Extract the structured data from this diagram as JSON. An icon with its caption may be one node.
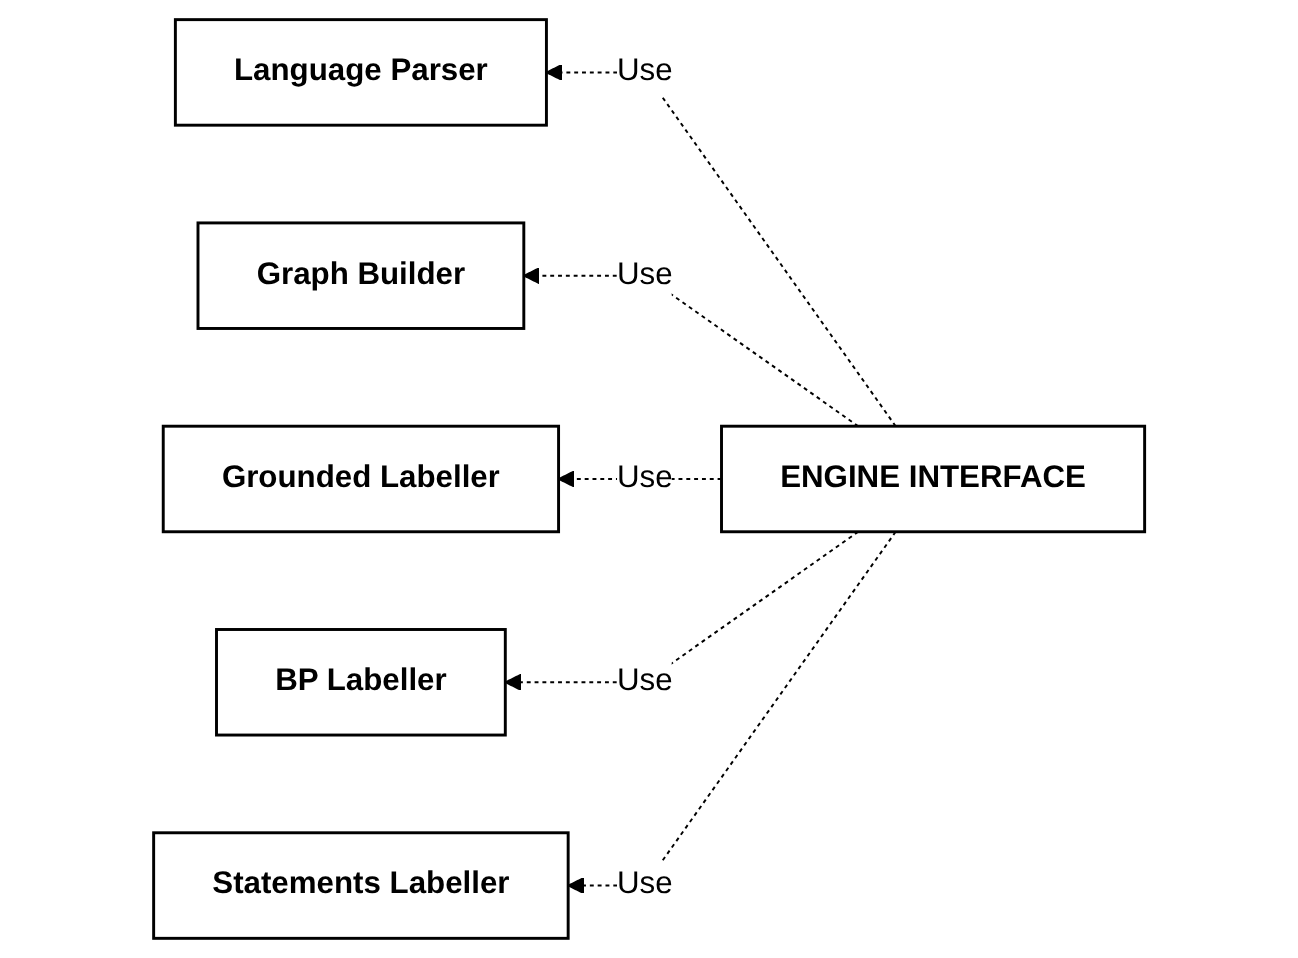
{
  "diagram": {
    "nodes": [
      {
        "text": [
          "ENGINE INTERFACE"
        ]
      },
      {
        "text": [
          "Language Parser"
        ]
      },
      {
        "text": [
          "Graph Builder"
        ]
      },
      {
        "text": [
          "Grounded Labeller"
        ]
      },
      {
        "text": [
          "BP Labeller"
        ]
      },
      {
        "text": [
          "Statements Labeller"
        ]
      }
    ],
    "edges": [
      {
        "from": 0,
        "to": 1,
        "arrow": "to",
        "label": "Use",
        "style": "dashed"
      },
      {
        "from": 0,
        "to": 2,
        "arrow": "to",
        "label": "Use",
        "style": "dashed"
      },
      {
        "from": 0,
        "to": 3,
        "arrow": "to",
        "label": "Use",
        "style": "dashed"
      },
      {
        "from": 0,
        "to": 4,
        "arrow": "to",
        "label": "Use",
        "style": "dashed"
      },
      {
        "from": 0,
        "to": 5,
        "arrow": "to",
        "label": "Use",
        "style": "dashed"
      }
    ]
  }
}
